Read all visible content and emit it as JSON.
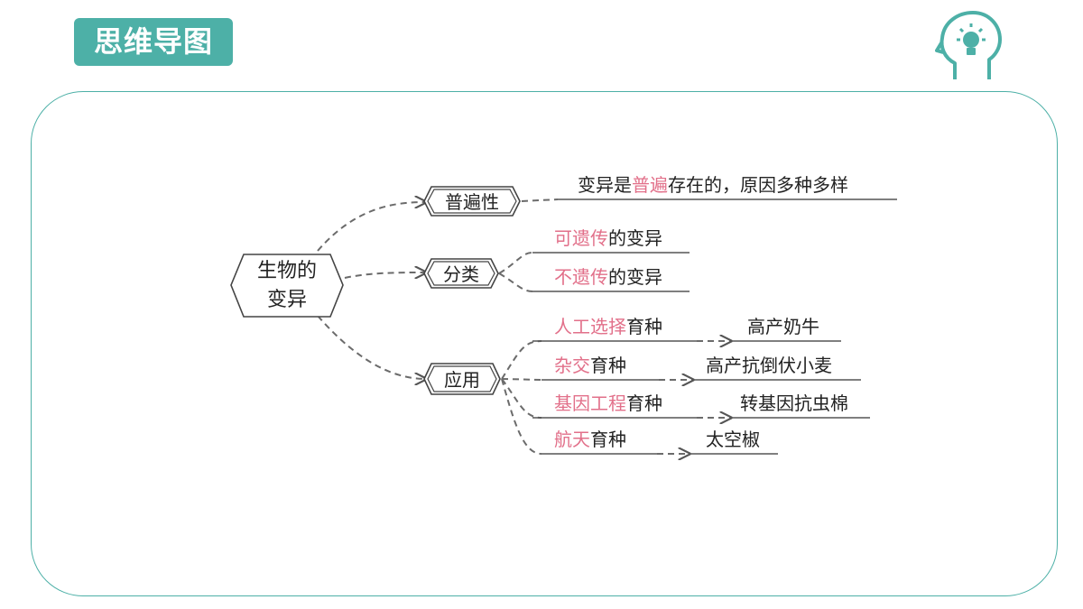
{
  "header": {
    "badge": "思维导图"
  },
  "icons": {
    "header_icon": "head-lightbulb-icon"
  },
  "colors": {
    "accent": "#4db0a7",
    "highlight": "#e2708a"
  },
  "mindmap": {
    "root": {
      "line1": "生物的",
      "line2": "变异"
    },
    "branch1": {
      "label": "普遍性",
      "item": {
        "prefix": "变异是",
        "highlight": "普遍",
        "suffix": "存在的，原因多种多样"
      }
    },
    "branch2": {
      "label": "分类",
      "items": [
        {
          "highlight": "可遗传",
          "suffix": "的变异"
        },
        {
          "highlight": "不遗传",
          "suffix": "的变异"
        }
      ]
    },
    "branch3": {
      "label": "应用",
      "items": [
        {
          "highlight": "人工选择",
          "suffix": "育种",
          "result": "高产奶牛"
        },
        {
          "highlight": "杂交",
          "suffix": "育种",
          "result": "高产抗倒伏小麦"
        },
        {
          "highlight": "基因工程",
          "suffix": "育种",
          "result": "转基因抗虫棉"
        },
        {
          "highlight": "航天",
          "suffix": "育种",
          "result": "太空椒"
        }
      ]
    }
  }
}
